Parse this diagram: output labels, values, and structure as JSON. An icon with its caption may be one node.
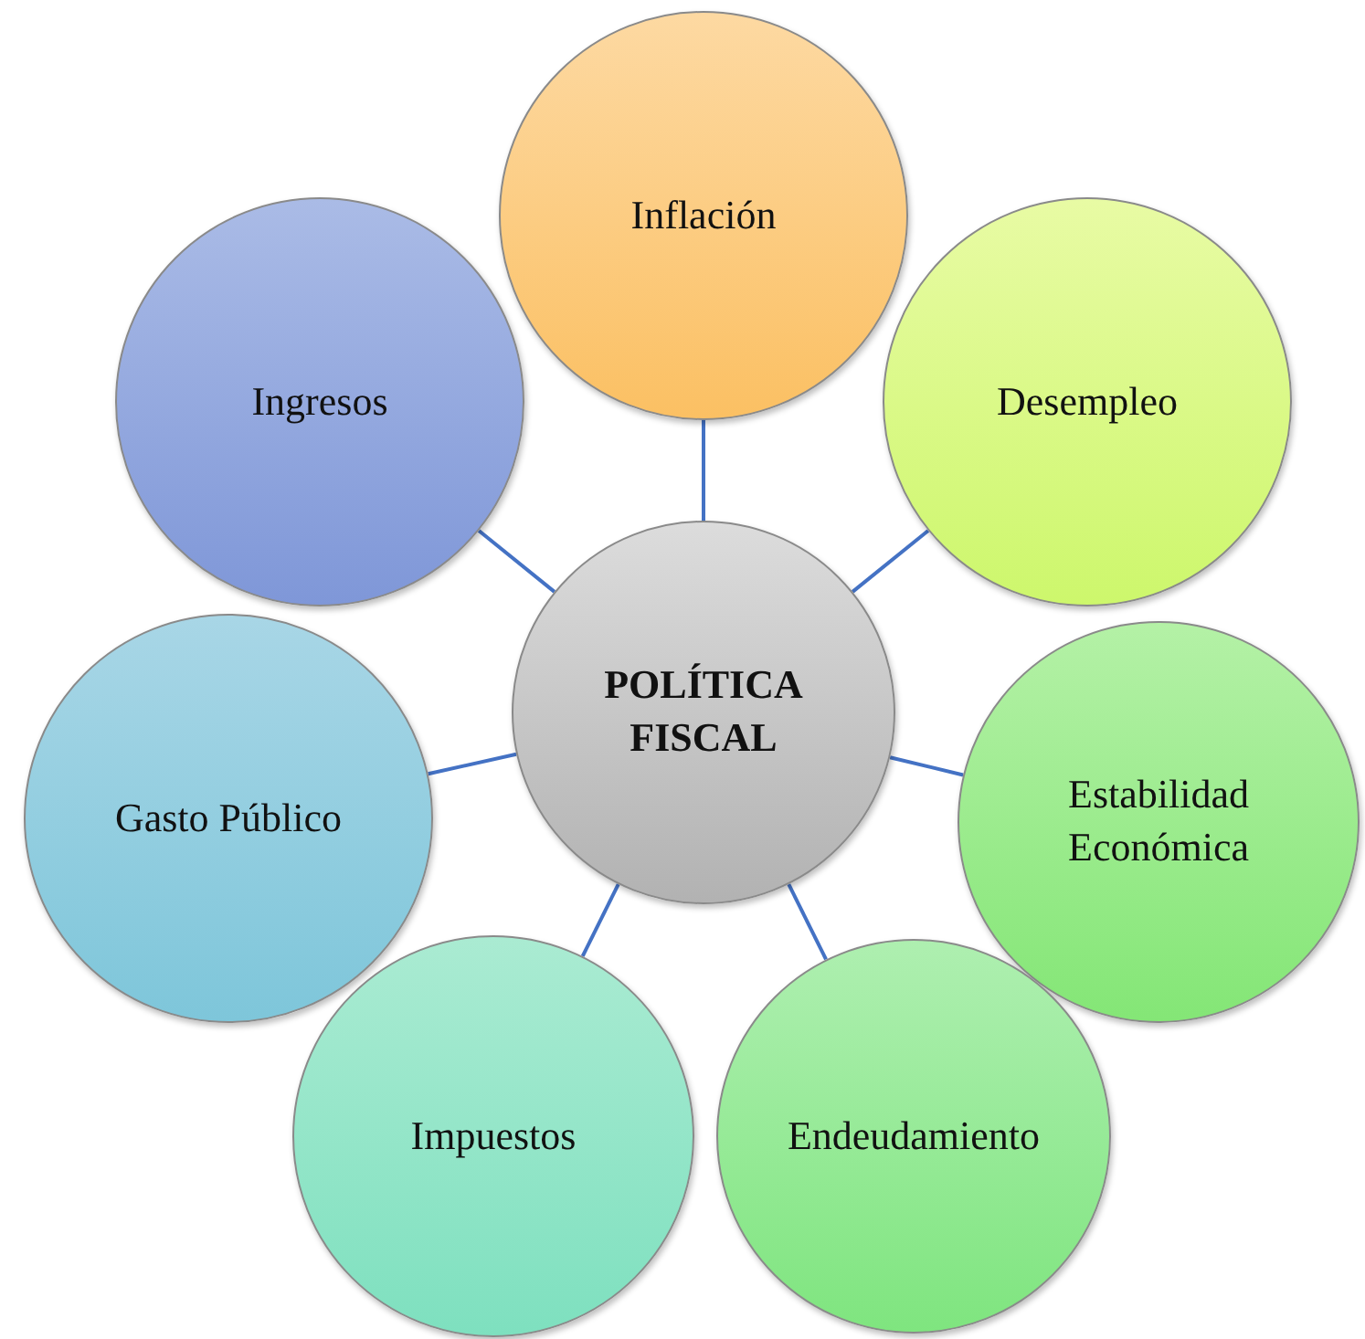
{
  "diagram": {
    "nodes": [
      {
        "text": [
          "POLÍTICA FISCAL"
        ]
      },
      {
        "text": [
          "Inflación"
        ]
      },
      {
        "text": [
          "Desempleo"
        ]
      },
      {
        "text": [
          "Estabilidad Económica"
        ]
      },
      {
        "text": [
          "Endeudamiento"
        ]
      },
      {
        "text": [
          "Impuestos"
        ]
      },
      {
        "text": [
          "Gasto Público"
        ]
      },
      {
        "text": [
          "Ingresos"
        ]
      }
    ],
    "edges": [
      {
        "from": 0,
        "to": 1,
        "arrow": "none"
      },
      {
        "from": 0,
        "to": 2,
        "arrow": "none"
      },
      {
        "from": 0,
        "to": 3,
        "arrow": "none"
      },
      {
        "from": 0,
        "to": 4,
        "arrow": "none"
      },
      {
        "from": 0,
        "to": 5,
        "arrow": "none"
      },
      {
        "from": 0,
        "to": 6,
        "arrow": "none"
      },
      {
        "from": 0,
        "to": 7,
        "arrow": "none"
      }
    ]
  }
}
